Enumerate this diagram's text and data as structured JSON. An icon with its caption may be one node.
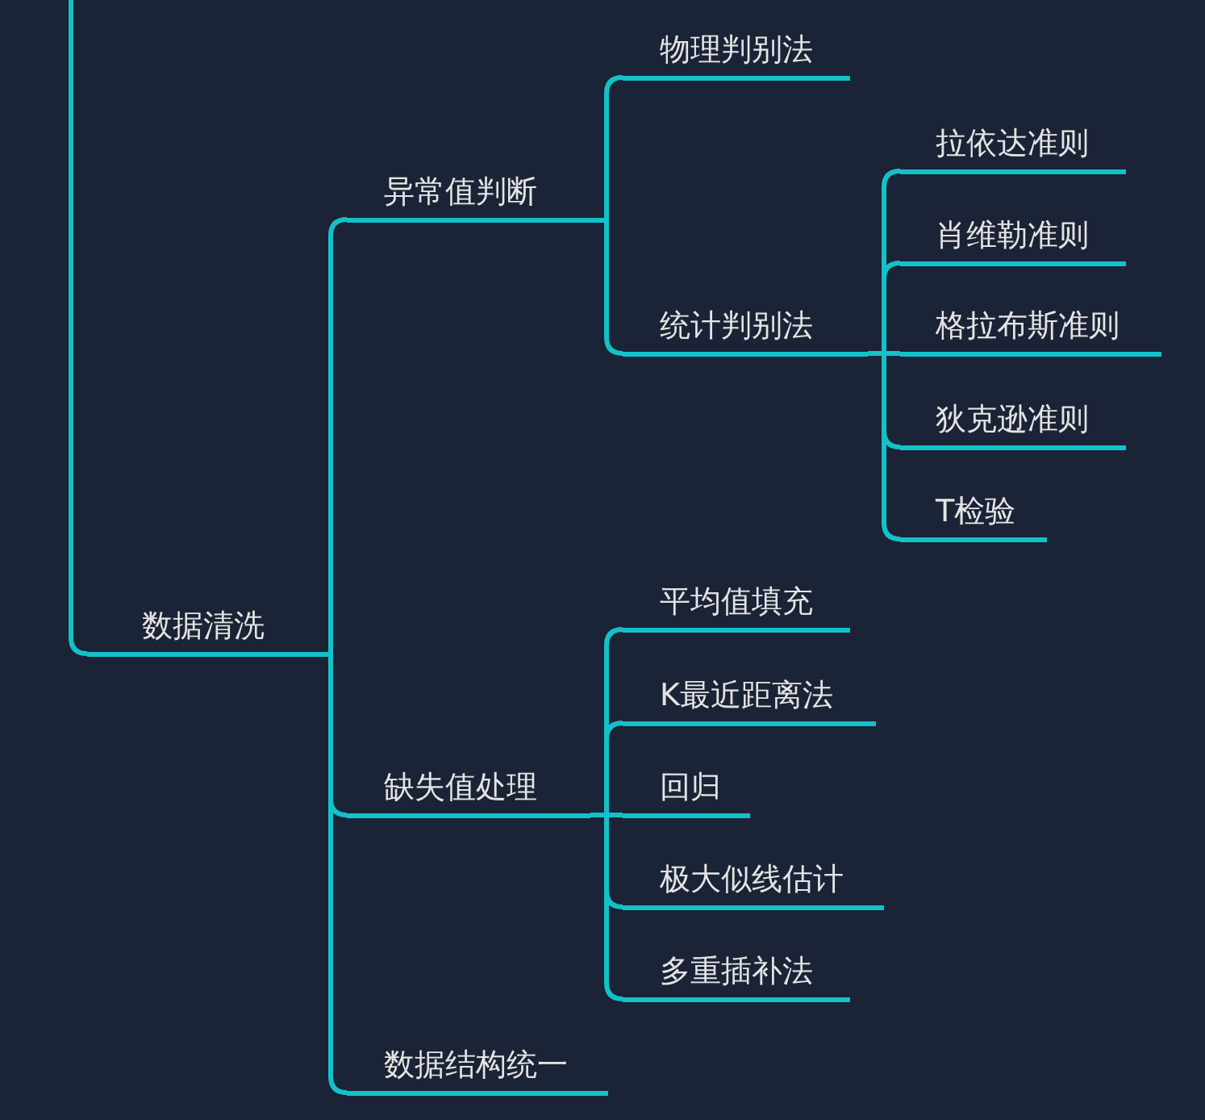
{
  "diagram": {
    "nodes": [
      {
        "text": [
          "数据清洗"
        ]
      },
      {
        "text": [
          "异常值判断"
        ]
      },
      {
        "text": [
          "物理判别法"
        ]
      },
      {
        "text": [
          "统计判别法"
        ]
      },
      {
        "text": [
          "拉依达准则"
        ]
      },
      {
        "text": [
          "肖维勒准则"
        ]
      },
      {
        "text": [
          "格拉布斯准则"
        ]
      },
      {
        "text": [
          "狄克逊准则"
        ]
      },
      {
        "text": [
          "T检验"
        ]
      },
      {
        "text": [
          "缺失值处理"
        ]
      },
      {
        "text": [
          "平均值填充"
        ]
      },
      {
        "text": [
          "K最近距离法"
        ]
      },
      {
        "text": [
          "回归"
        ]
      },
      {
        "text": [
          "极大似线估计"
        ]
      },
      {
        "text": [
          "多重插补法"
        ]
      },
      {
        "text": [
          "数据结构统一"
        ]
      }
    ],
    "edges": [
      {
        "from": null,
        "to": 0,
        "arrow": "none"
      },
      {
        "from": 0,
        "to": 1,
        "arrow": "none"
      },
      {
        "from": 0,
        "to": 9,
        "arrow": "none"
      },
      {
        "from": 0,
        "to": 15,
        "arrow": "none"
      },
      {
        "from": 1,
        "to": 2,
        "arrow": "none"
      },
      {
        "from": 1,
        "to": 3,
        "arrow": "none"
      },
      {
        "from": 3,
        "to": 4,
        "arrow": "none"
      },
      {
        "from": 3,
        "to": 5,
        "arrow": "none"
      },
      {
        "from": 3,
        "to": 6,
        "arrow": "none"
      },
      {
        "from": 3,
        "to": 7,
        "arrow": "none"
      },
      {
        "from": 3,
        "to": 8,
        "arrow": "none"
      },
      {
        "from": 9,
        "to": 10,
        "arrow": "none"
      },
      {
        "from": 9,
        "to": 11,
        "arrow": "none"
      },
      {
        "from": 9,
        "to": 12,
        "arrow": "none"
      },
      {
        "from": 9,
        "to": 13,
        "arrow": "none"
      },
      {
        "from": 9,
        "to": 14,
        "arrow": "none"
      }
    ]
  }
}
